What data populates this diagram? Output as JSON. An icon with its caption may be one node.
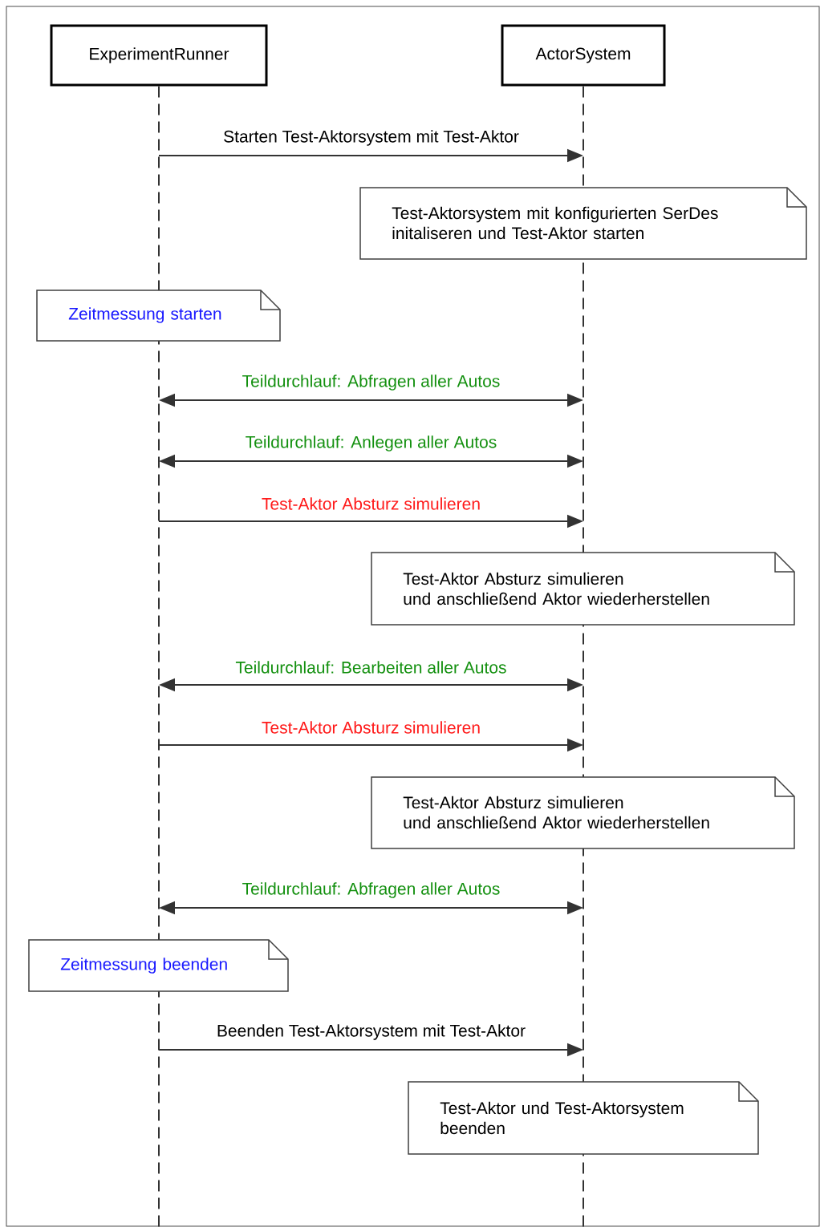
{
  "diagram": {
    "nodes": [
      {
        "text": [
          "ExperimentRunner"
        ]
      },
      {
        "text": [
          "ActorSystem"
        ]
      },
      {
        "text": [
          "Test-Aktorsystem mit konfigurierten SerDes initaliseren und Test-Aktor starten"
        ]
      },
      {
        "text": [
          "Zeitmessung starten"
        ]
      },
      {
        "text": [
          "Test-Aktor Absturz simulieren",
          "und anschließend Aktor wiederherstellen"
        ]
      },
      {
        "text": [
          "Test-Aktor Absturz simulieren",
          "und anschließend Aktor wiederherstellen"
        ]
      },
      {
        "text": [
          "Zeitmessung beenden"
        ]
      },
      {
        "text": [
          "Test-Aktor und Test-Aktorsystem beenden"
        ]
      }
    ],
    "edges": [
      {
        "from": 0,
        "to": 1,
        "arrow": "to",
        "label": "Starten Test-Aktorsystem mit Test-Aktor"
      },
      {
        "from": 0,
        "to": 1,
        "arrow": "both",
        "label": "Teildurchlauf: Abfragen aller Autos"
      },
      {
        "from": 0,
        "to": 1,
        "arrow": "both",
        "label": "Teildurchlauf: Anlegen aller Autos"
      },
      {
        "from": 0,
        "to": 1,
        "arrow": "to",
        "label": "Test-Aktor Absturz simulieren"
      },
      {
        "from": 0,
        "to": 1,
        "arrow": "both",
        "label": "Teildurchlauf: Bearbeiten aller Autos"
      },
      {
        "from": 0,
        "to": 1,
        "arrow": "to",
        "label": "Test-Aktor Absturz simulieren"
      },
      {
        "from": 0,
        "to": 1,
        "arrow": "both",
        "label": "Teildurchlauf: Abfragen aller Autos"
      },
      {
        "from": 0,
        "to": 1,
        "arrow": "to",
        "label": "Beenden Test-Aktorsystem mit Test-Aktor"
      }
    ]
  }
}
